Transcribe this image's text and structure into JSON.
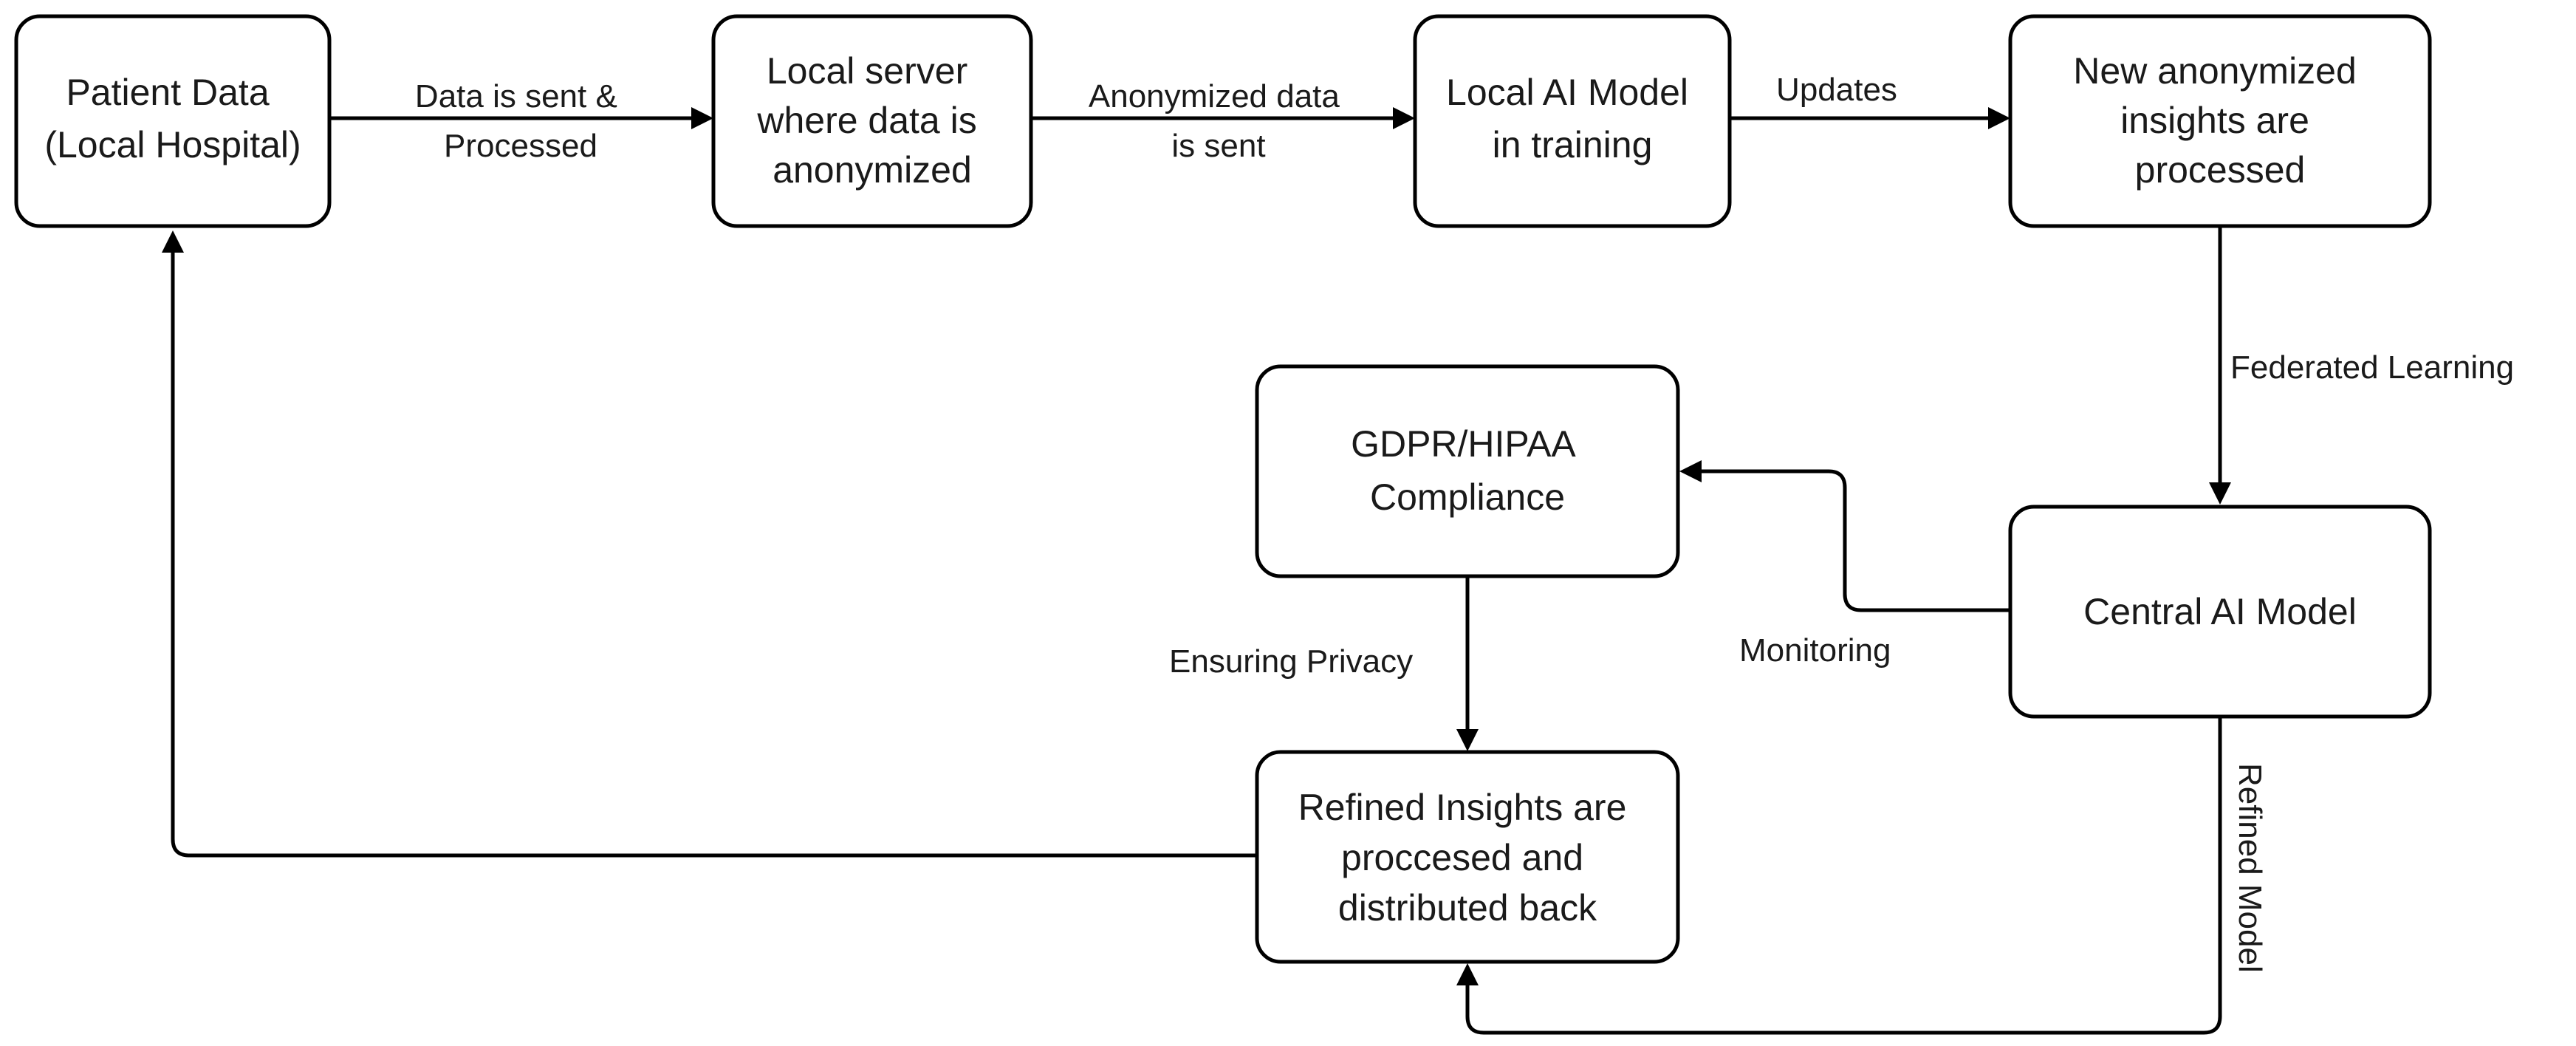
{
  "nodes": {
    "patient_data": {
      "lines": [
        "Patient Data",
        "(Local Hospital)"
      ]
    },
    "local_server": {
      "lines": [
        "Local server",
        "where data is",
        "anonymized"
      ]
    },
    "local_ai": {
      "lines": [
        "Local AI Model",
        "in training"
      ]
    },
    "new_insights": {
      "lines": [
        "New anonymized",
        "insights are",
        "processed"
      ]
    },
    "gdpr": {
      "lines": [
        "GDPR/HIPAA",
        "Compliance"
      ]
    },
    "central_ai": {
      "lines": [
        "Central AI Model"
      ]
    },
    "refined_insights": {
      "lines": [
        "Refined Insights are",
        "proccesed and",
        "distributed back"
      ]
    }
  },
  "edges": {
    "sent_processed": {
      "lines": [
        "Data is sent &",
        "Processed"
      ]
    },
    "anonymized_sent": {
      "lines": [
        "Anonymized data",
        "is sent"
      ]
    },
    "updates": {
      "lines": [
        "Updates"
      ]
    },
    "federated": {
      "lines": [
        "Federated Learning"
      ]
    },
    "monitoring": {
      "lines": [
        "Monitoring"
      ]
    },
    "privacy": {
      "lines": [
        "Ensuring Privacy"
      ]
    },
    "refined_model": {
      "lines": [
        "Refined Model"
      ]
    },
    "feedback": {
      "lines": []
    }
  }
}
